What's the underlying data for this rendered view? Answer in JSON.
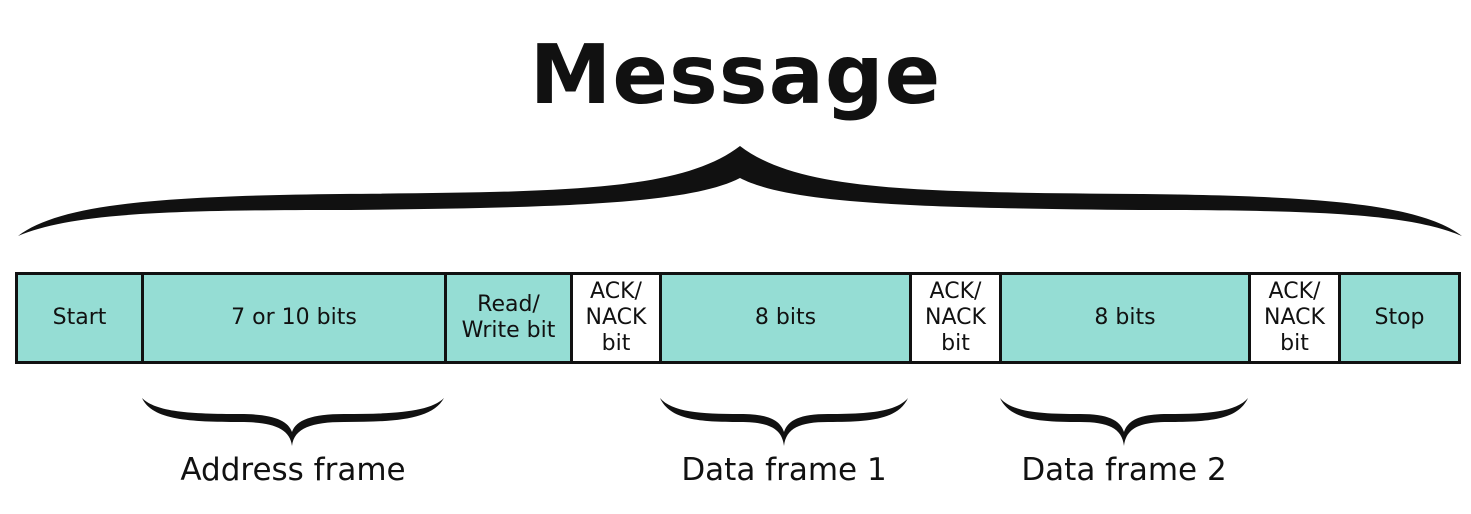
{
  "title": "Message",
  "colors": {
    "field_fill": "#95ddd4",
    "ack_fill": "#ffffff",
    "outline": "#111111"
  },
  "fields": [
    {
      "label": "Start",
      "kind": "field"
    },
    {
      "label": "7 or 10 bits",
      "kind": "field"
    },
    {
      "label": "Read/\nWrite bit",
      "kind": "field"
    },
    {
      "label": "ACK/\nNACK\nbit",
      "kind": "ack"
    },
    {
      "label": "8 bits",
      "kind": "field"
    },
    {
      "label": "ACK/\nNACK\nbit",
      "kind": "ack"
    },
    {
      "label": "8 bits",
      "kind": "field"
    },
    {
      "label": "ACK/\nNACK\nbit",
      "kind": "ack"
    },
    {
      "label": "Stop",
      "kind": "field"
    }
  ],
  "groups": [
    {
      "label": "Address frame"
    },
    {
      "label": "Data frame 1"
    },
    {
      "label": "Data frame 2"
    }
  ]
}
